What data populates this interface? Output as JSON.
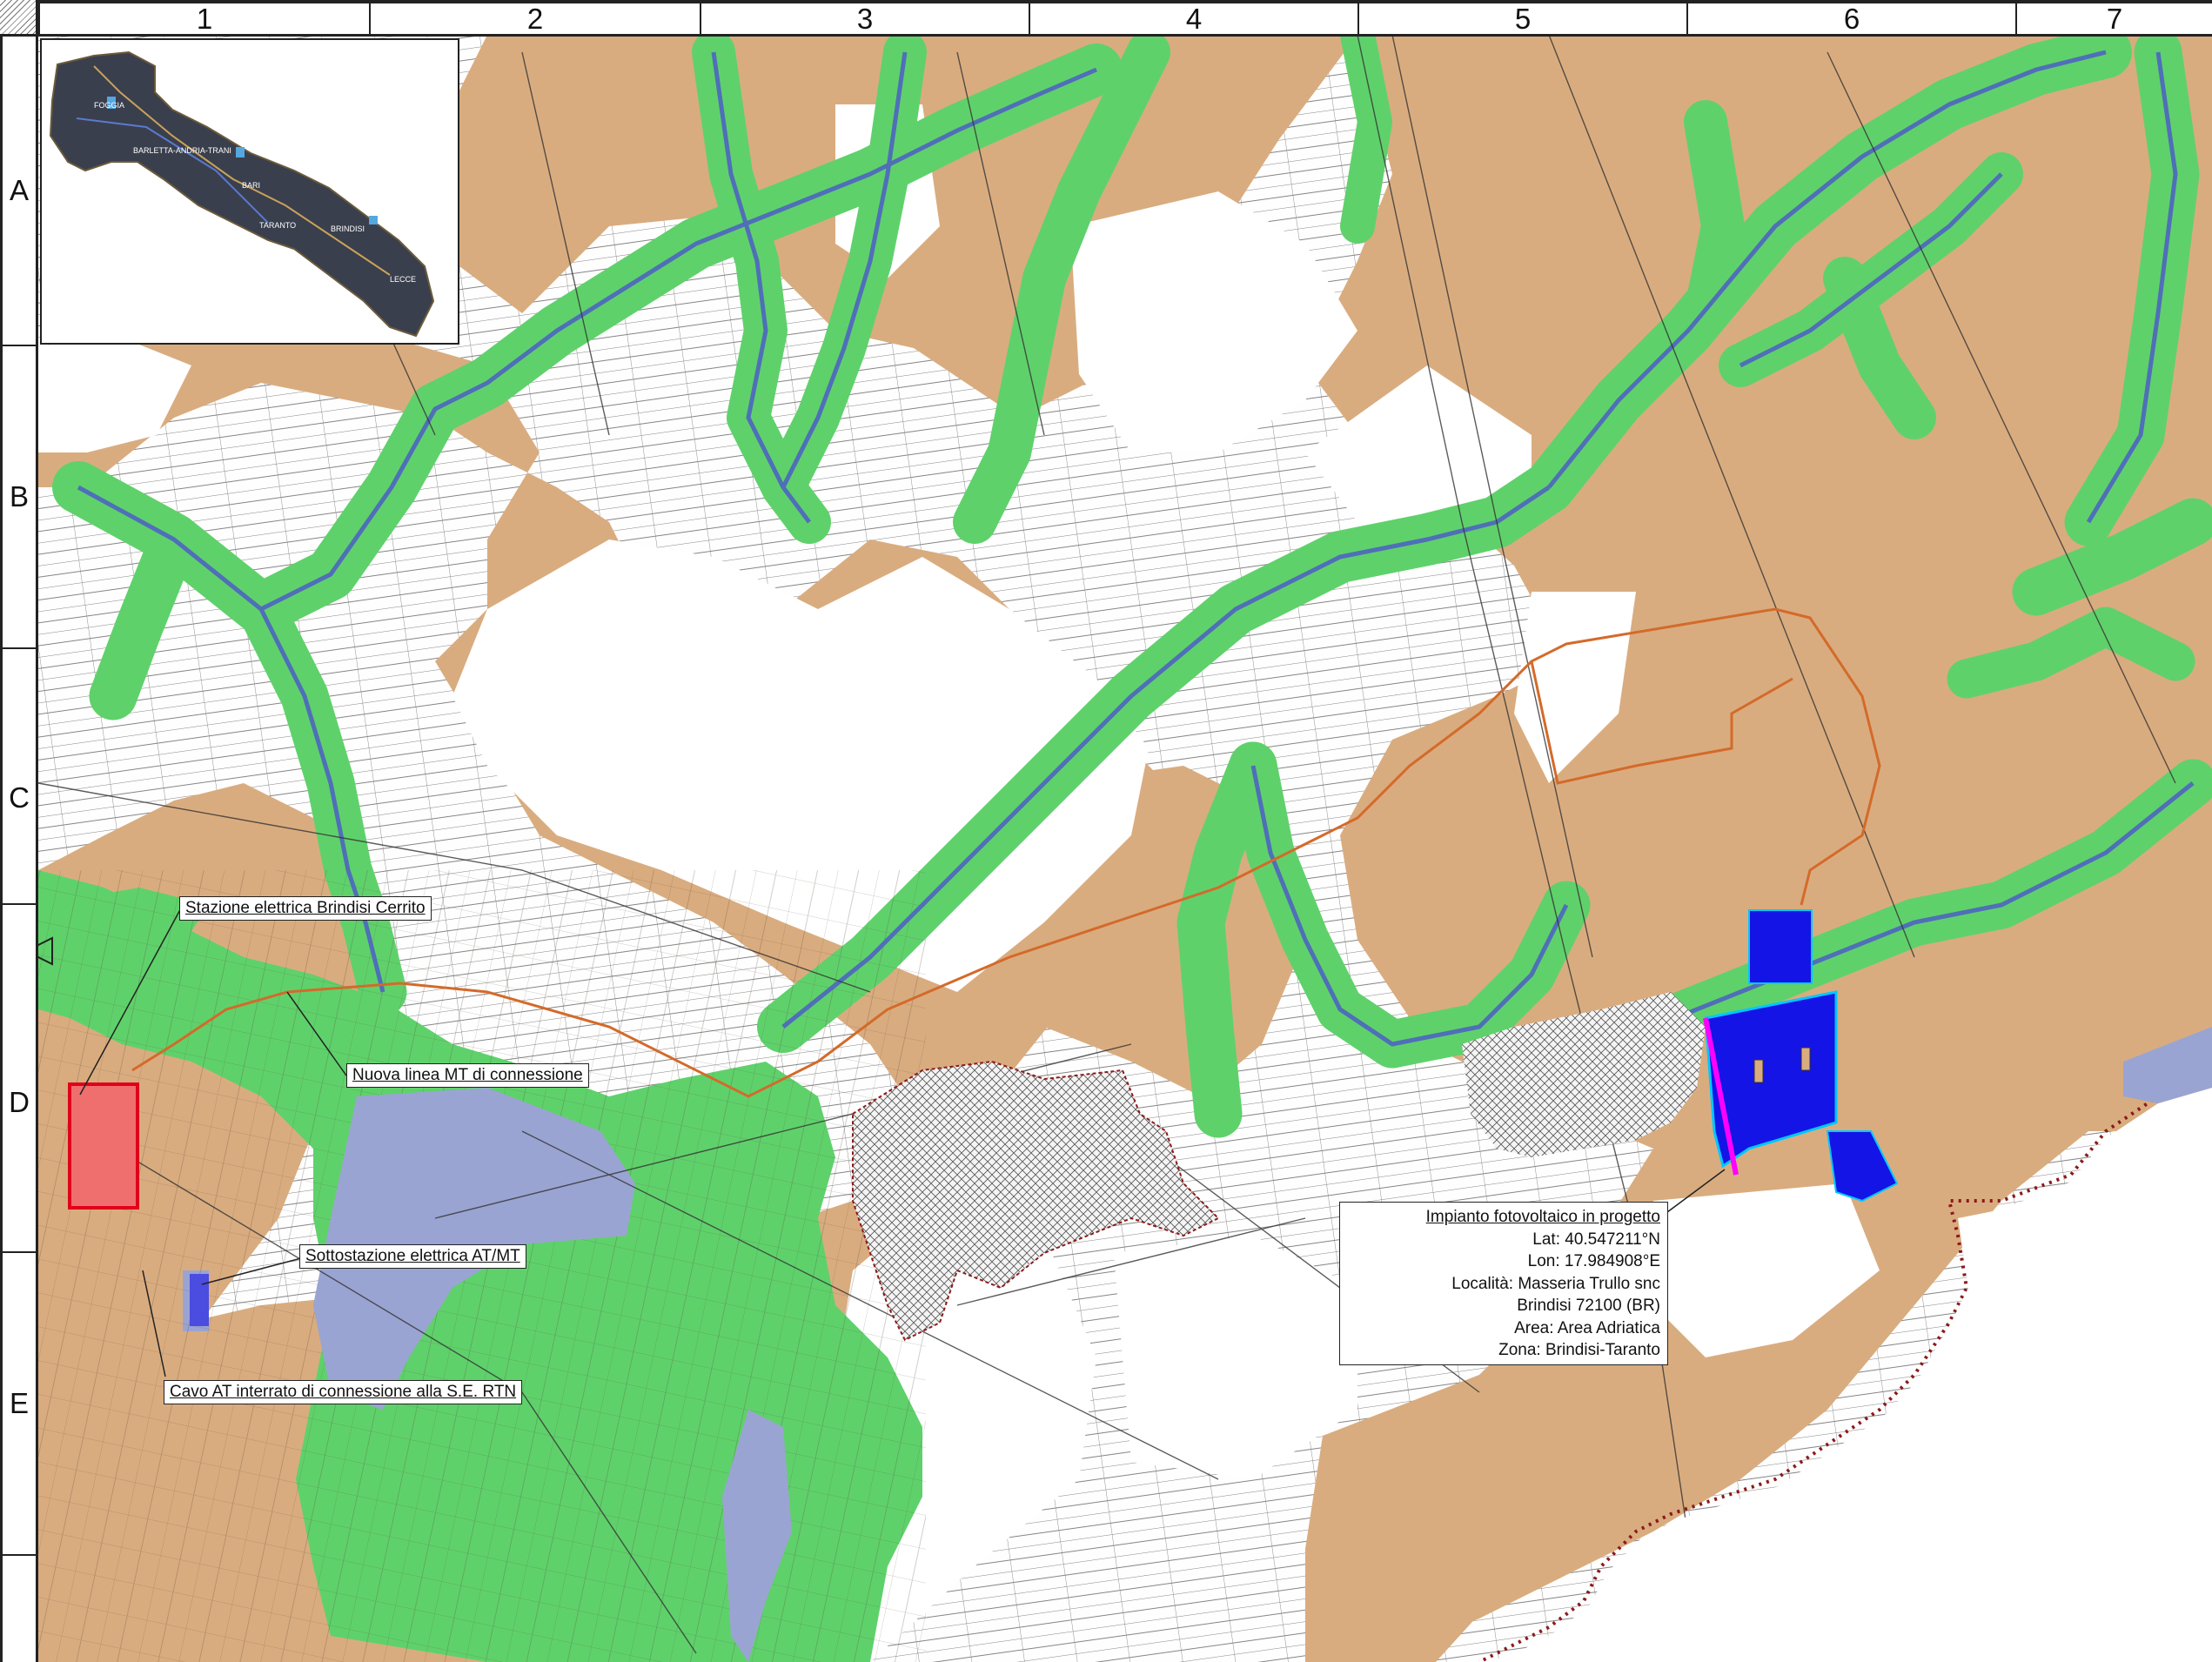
{
  "grid": {
    "columns": [
      "1",
      "2",
      "3",
      "4",
      "5",
      "6",
      "7"
    ],
    "rows": [
      "A",
      "B",
      "C",
      "D",
      "E"
    ]
  },
  "inset_map": {
    "labels": [
      "FOGGIA",
      "BARLETTA-ANDRIA-TRANI",
      "BARI",
      "TARANTO",
      "BRINDISI",
      "LECCE"
    ]
  },
  "callouts": {
    "stazione": "Stazione elettrica Brindisi Cerrito",
    "linea_mt": "Nuova linea MT di connessione",
    "sottostazione": "Sottostazione elettrica AT/MT",
    "cavo_at": "Cavo AT interrato di connessione alla S.E. RTN"
  },
  "project_info": {
    "title": "Impianto fotovoltaico in progetto",
    "lat": "Lat: 40.547211°N",
    "lon": "Lon: 17.984908°E",
    "localita": "Località:  Masseria Trullo snc",
    "address": "Brindisi 72100 (BR)",
    "area": "Area:  Area Adriatica",
    "zona": "Zona: Brindisi-Taranto"
  },
  "colors": {
    "buffer_tan": "#d9ac7f",
    "watercourse_green": "#5fd16b",
    "river_blue": "#4f6fb8",
    "lavender": "#9aa4d2",
    "pv_blue": "#1414e6",
    "station_red": "#ef6f6f",
    "connection_line": "#d46a2a",
    "sea_white": "#ffffff",
    "coast_dots": "#8b1a1a"
  }
}
